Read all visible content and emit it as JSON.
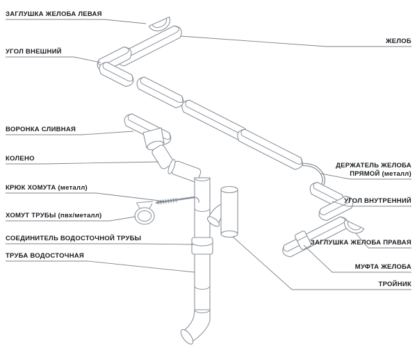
{
  "colors": {
    "line_art": "#8a9099",
    "leader_line": "#7d828b",
    "label_text": "#17191c",
    "background": "#ffffff"
  },
  "diagram": {
    "left_labels": [
      {
        "id": "endcap-left",
        "text": "ЗАГЛУШКА ЖЕЛОБА ЛЕВАЯ"
      },
      {
        "id": "corner-outer",
        "text": "УГОЛ ВНЕШНИЙ"
      },
      {
        "id": "funnel",
        "text": "ВОРОНКА СЛИВНАЯ"
      },
      {
        "id": "elbow",
        "text": "КОЛЕНО"
      },
      {
        "id": "clamp-hook",
        "text": "КРЮК ХОМУТА (металл)"
      },
      {
        "id": "pipe-clamp",
        "text": "ХОМУТ ТРУБЫ (пвх/металл)"
      },
      {
        "id": "pipe-connector",
        "text": "СОЕДИНИТЕЛЬ ВОДОСТОЧНОЙ ТРУБЫ"
      },
      {
        "id": "downpipe",
        "text": "ТРУБА ВОДОСТОЧНАЯ"
      }
    ],
    "right_labels": [
      {
        "id": "gutter",
        "text": "ЖЕЛОБ"
      },
      {
        "id": "holder",
        "text": "ДЕРЖАТЕЛЬ ЖЕЛОБА ПРЯМОЙ (металл)"
      },
      {
        "id": "corner-inner",
        "text": "УГОЛ ВНУТРЕННИЙ"
      },
      {
        "id": "endcap-right",
        "text": "ЗАГЛУШКА ЖЕЛОБА ПРАВАЯ"
      },
      {
        "id": "coupling",
        "text": "МУФТА ЖЕЛОБА"
      },
      {
        "id": "tee",
        "text": "ТРОЙНИК"
      }
    ]
  }
}
